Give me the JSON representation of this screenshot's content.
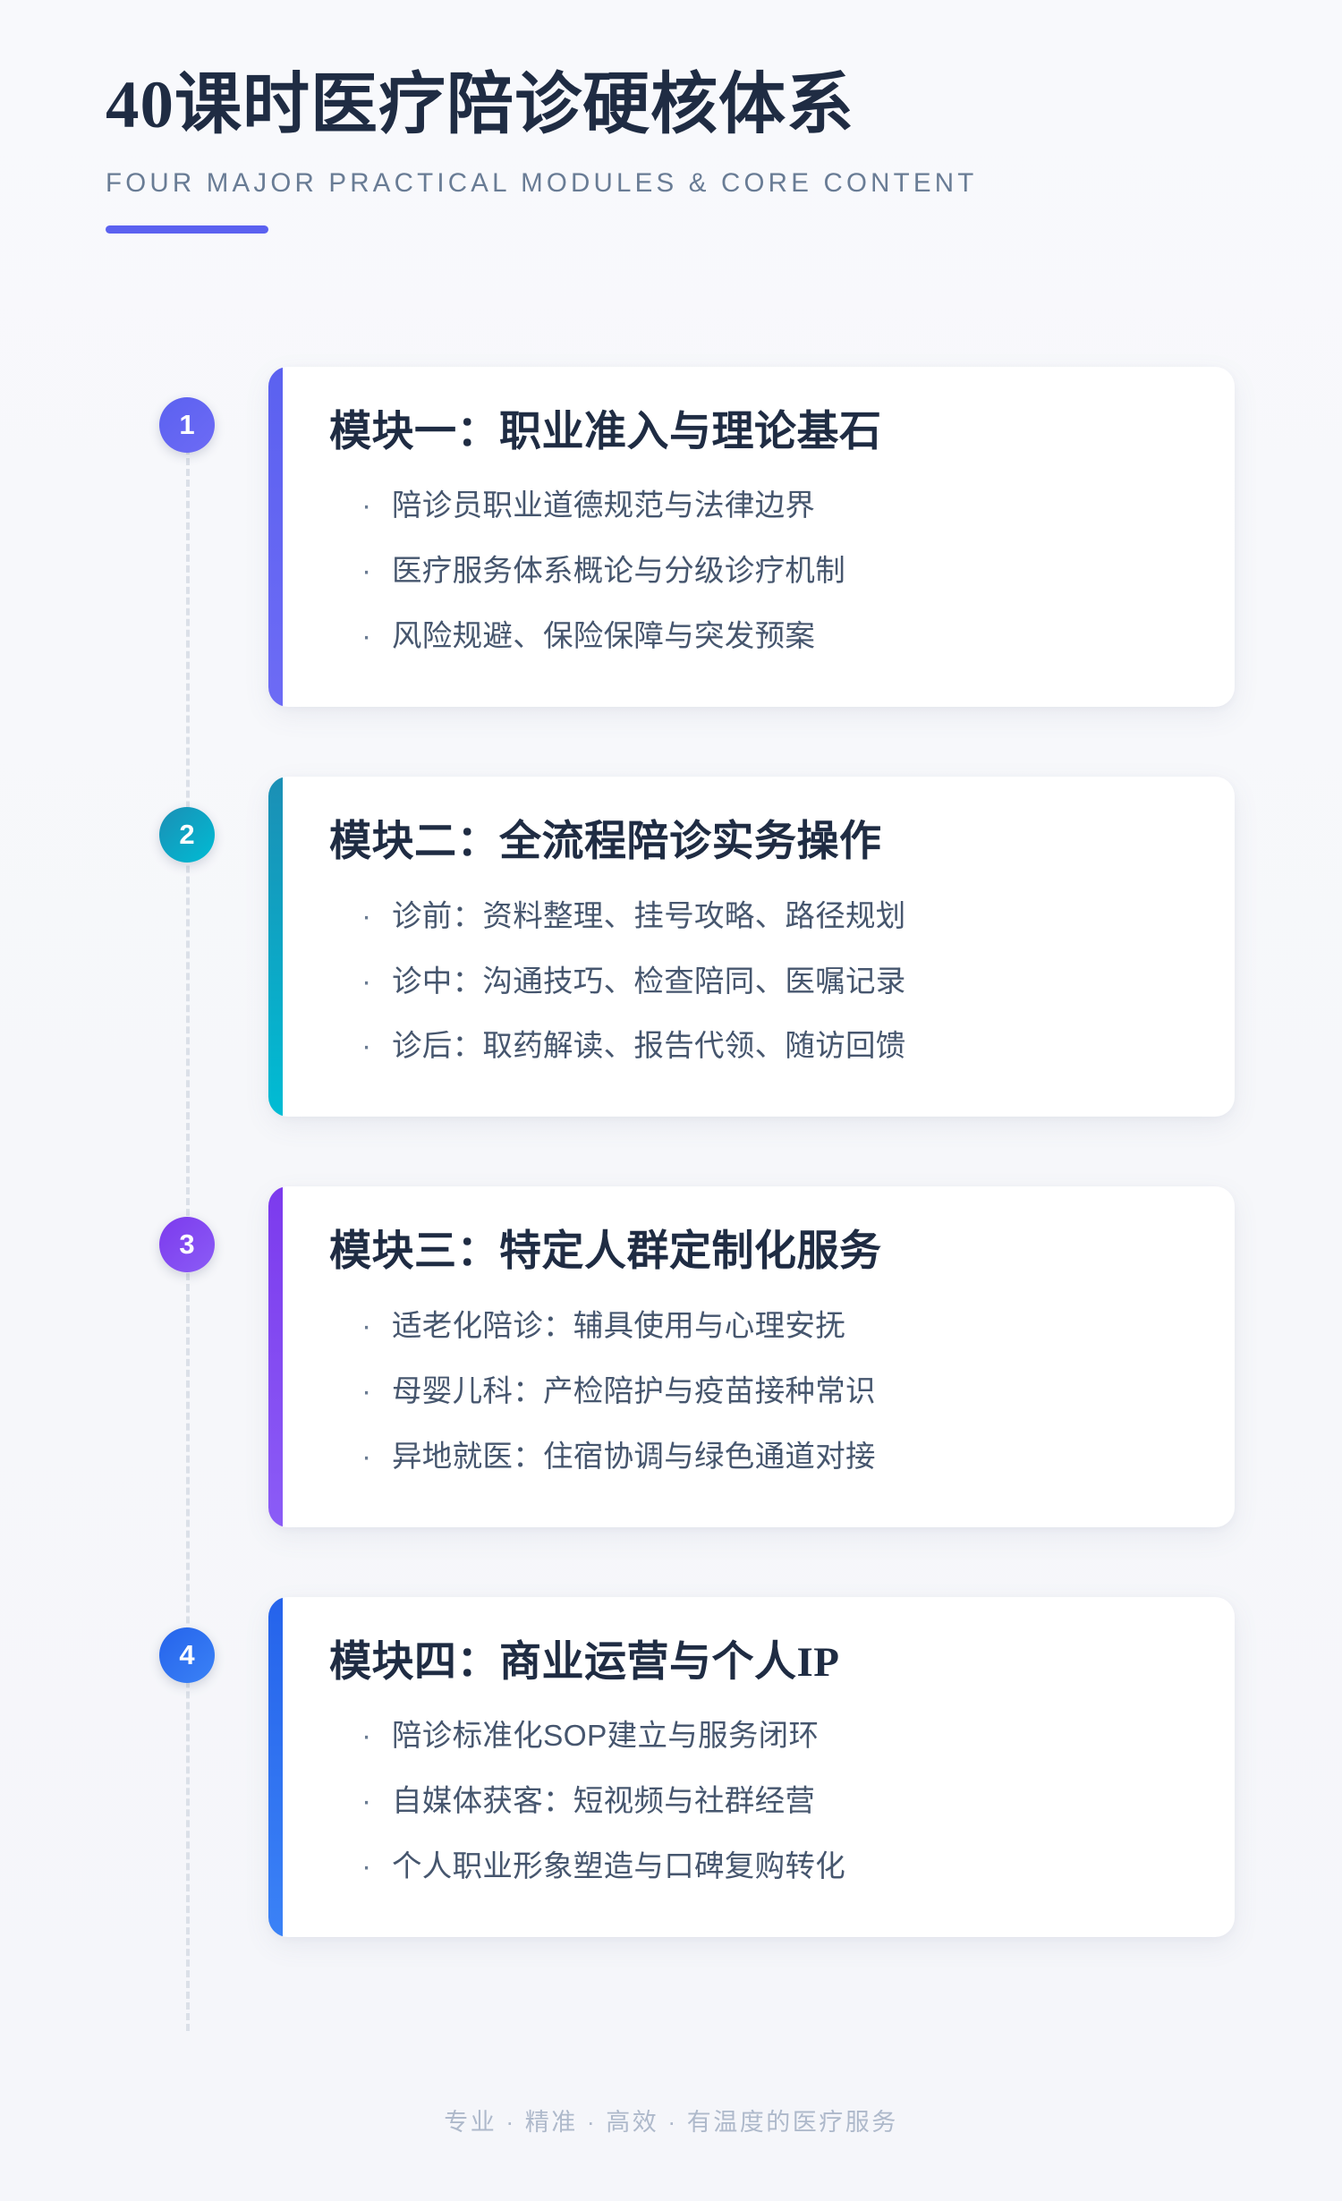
{
  "header": {
    "title": "40课时医疗陪诊硬核体系",
    "subtitle": "FOUR MAJOR PRACTICAL MODULES & CORE CONTENT"
  },
  "colors": {
    "page_background": "#f7f8fb",
    "card_background": "#ffffff",
    "title_text": "#1f2c43",
    "subtitle_text": "#697c95",
    "body_text": "#46566e",
    "accent_bar": "#5b61f0",
    "timeline_dash": "#dbe0e8",
    "footer_text": "#aeb9cb"
  },
  "modules": [
    {
      "number": "1",
      "title": "模块一：职业准入与理论基石",
      "accent_from": "#5b61f0",
      "accent_to": "#6d6bf5",
      "items": [
        "陪诊员职业道德规范与法律边界",
        "医疗服务体系概论与分级诊疗机制",
        "风险规避、保险保障与突发预案"
      ]
    },
    {
      "number": "2",
      "title": "模块二：全流程陪诊实务操作",
      "accent_from": "#1b8fb5",
      "accent_to": "#00bcd4",
      "items": [
        "诊前：资料整理、挂号攻略、路径规划",
        "诊中：沟通技巧、检查陪同、医嘱记录",
        "诊后：取药解读、报告代领、随访回馈"
      ]
    },
    {
      "number": "3",
      "title": "模块三：特定人群定制化服务",
      "accent_from": "#7c3aed",
      "accent_to": "#8b5cf6",
      "items": [
        "适老化陪诊：辅具使用与心理安抚",
        "母婴儿科：产检陪护与疫苗接种常识",
        "异地就医：住宿协调与绿色通道对接"
      ]
    },
    {
      "number": "4",
      "title": "模块四：商业运营与个人IP",
      "accent_from": "#2563eb",
      "accent_to": "#3b82f6",
      "items": [
        "陪诊标准化SOP建立与服务闭环",
        "自媒体获客：短视频与社群经营",
        "个人职业形象塑造与口碑复购转化"
      ]
    }
  ],
  "bullet_glyph": "·",
  "footer": {
    "text": "专业 · 精准 · 高效 · 有温度的医疗服务"
  }
}
